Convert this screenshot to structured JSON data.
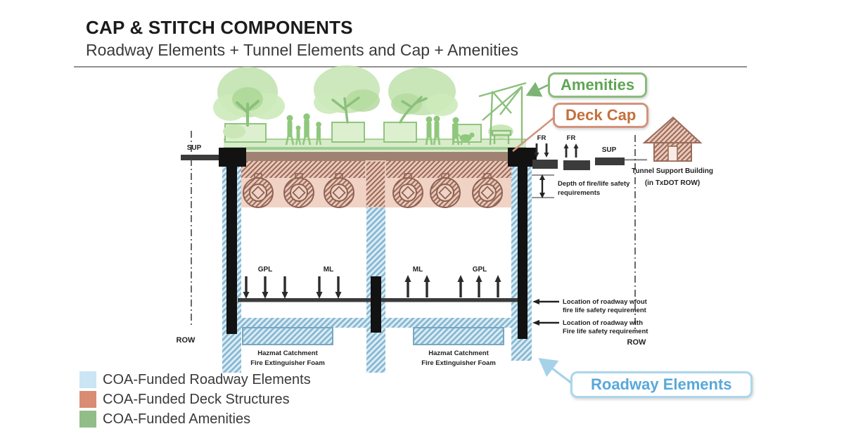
{
  "header": {
    "title": "CAP & STITCH COMPONENTS",
    "subtitle": "Roadway Elements + Tunnel Elements and Cap + Amenities"
  },
  "callouts": {
    "amenities": "Amenities",
    "deck_cap": "Deck Cap",
    "roadway_elements": "Roadway Elements"
  },
  "diagram": {
    "left": {
      "sup": "SUP",
      "row": "ROW"
    },
    "right": {
      "sup": "SUP",
      "row": "ROW",
      "fr1": "FR",
      "fr2": "FR"
    },
    "lanes": {
      "gpl_left": "GPL",
      "ml_left": "ML",
      "ml_right": "ML",
      "gpl_right": "GPL"
    },
    "annotations": {
      "depth1": "Depth of fire/life safety",
      "depth2": "requirements",
      "loc_wo1": "Location of roadway w/out",
      "loc_wo2": "fire life safety requirement",
      "loc_w1": "Location of roadway with",
      "loc_w2": "Fire life safety requirement",
      "hazmat1": "Hazmat Catchment",
      "hazmat2": "Fire Extinguisher Foam",
      "tsb1": "Tunnel Support Building",
      "tsb2": "(in TxDOT ROW)"
    }
  },
  "legend": {
    "items": [
      {
        "label": "COA-Funded Roadway Elements",
        "color": "#cbe5f4",
        "swatch_style": "background:#cbe5f4"
      },
      {
        "label": "COA-Funded Deck Structures",
        "color": "#d98b74",
        "swatch_style": "background:#d98b74"
      },
      {
        "label": "COA-Funded Amenities",
        "color": "#92bc88",
        "swatch_style": "background:#92bc88"
      }
    ]
  },
  "colors": {
    "roadway_blue_fill": "#d6eaf5",
    "roadway_blue_hatch": "#86b6d0",
    "deck_salmon_fill": "#edc9b8",
    "deck_brown_hatch": "#9a6c5c",
    "amenity_green": "#8fc77d",
    "callout_amenities_text": "#5fa555",
    "callout_deck_text": "#c4703d",
    "callout_roadway_text": "#58a8da",
    "structure_black": "#121212",
    "roadbar_gray": "#3b3b3b"
  }
}
